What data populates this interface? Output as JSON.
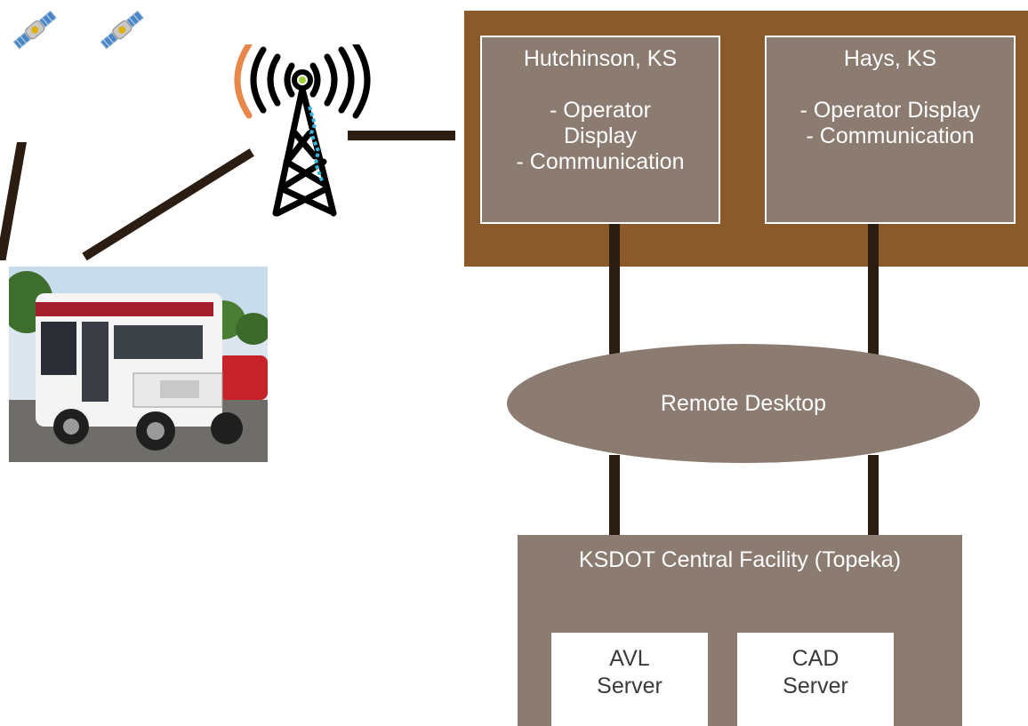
{
  "regional_offices": [
    {
      "city": "Hutchinson, KS",
      "functions": "- Operator\nDisplay\n- Communication"
    },
    {
      "city": "Hays, KS",
      "functions": "- Operator Display\n- Communication"
    }
  ],
  "link": {
    "label": "Remote Desktop"
  },
  "central": {
    "title": "KSDOT Central Facility (Topeka)",
    "servers": [
      {
        "line1": "AVL",
        "line2": "Server"
      },
      {
        "line1": "CAD",
        "line2": "Server"
      }
    ]
  },
  "icons": [
    "satellite-icon",
    "satellite-icon",
    "radio-tower-icon",
    "transit-bus-photo"
  ],
  "colors": {
    "region_bg": "#8b5a2b",
    "box_bg": "#8c7b70",
    "connector": "#2b1d12"
  }
}
